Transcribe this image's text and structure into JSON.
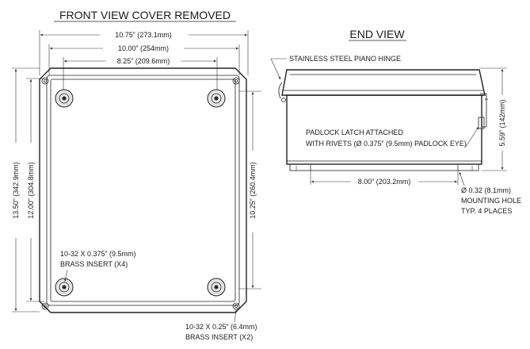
{
  "front_view": {
    "title": "FRONT VIEW COVER REMOVED",
    "dim_width_outer": "10.75” (273.1mm)",
    "dim_width_mid": "10.00” (254mm)",
    "dim_width_inner": "8.25” (209.6mm)",
    "dim_height_outer": "13.50” (342.9mm)",
    "dim_height_mid": "12.00” (304.8mm)",
    "dim_height_inner": "10.25” (260.4mm)",
    "insert_large_line1": "10-32 X 0.375” (9.5mm)",
    "insert_large_line2": "BRASS INSERT (X4)",
    "insert_small_line1": "10-32 X 0.25” (6.4mm)",
    "insert_small_line2": "BRASS INSERT (X2)"
  },
  "end_view": {
    "title": "END VIEW",
    "hinge_label": "STAINLESS STEEL PIANO HINGE",
    "latch_line1": "PADLOCK LATCH ATTACHED",
    "latch_line2": "WITH RIVETS (Ø 0.375” (9.5mm) PADLOCK EYE)",
    "dim_height": "5.59” (142mm)",
    "dim_hole_spacing": "8.00” (203.2mm)",
    "hole_line1": "Ø 0.32 (8.1mm)",
    "hole_line2": "MOUNTING HOLE",
    "hole_line3": "TYP. 4 PLACES"
  }
}
